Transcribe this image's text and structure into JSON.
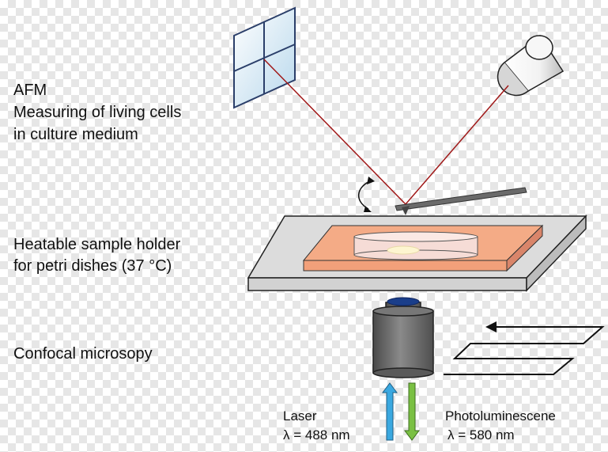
{
  "labels": {
    "afm": [
      "AFM",
      "Measuring of living cells",
      "in culture medium"
    ],
    "holder": [
      "Heatable sample holder",
      "for petri dishes (37 °C)"
    ],
    "confocal": "Confocal microsopy",
    "laser": [
      "Laser",
      "λ = 488 nm"
    ],
    "photoluminescence": [
      "Photoluminescene",
      "λ = 580 nm"
    ]
  },
  "colors": {
    "laser_beam": "#a01818",
    "stage": "#dcdcdc",
    "heater": "#f2a07a",
    "objective_body": "#6b6b6b",
    "objective_lens": "#1a3e8a",
    "arrow_up": "#3aa8e0",
    "arrow_down": "#7ac043"
  }
}
